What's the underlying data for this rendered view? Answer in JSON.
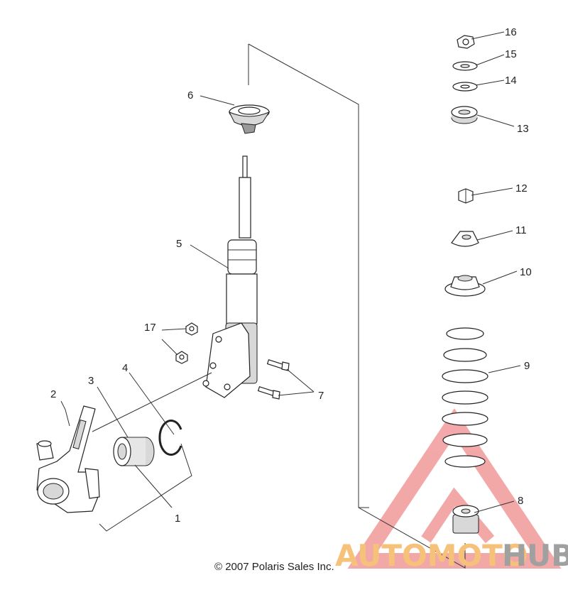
{
  "diagram": {
    "callouts": [
      "1",
      "2",
      "3",
      "4",
      "5",
      "6",
      "7",
      "8",
      "9",
      "10",
      "11",
      "12",
      "13",
      "14",
      "15",
      "16",
      "17"
    ],
    "copyright": "© 2007 Polaris Sales Inc."
  },
  "watermark": {
    "brand_part1": "AUTOMOTO",
    "brand_part2": "HUB",
    "colors": {
      "accent": "#f3a3a3",
      "orange": "#f6c27a",
      "gray": "#a0a0a0"
    }
  }
}
